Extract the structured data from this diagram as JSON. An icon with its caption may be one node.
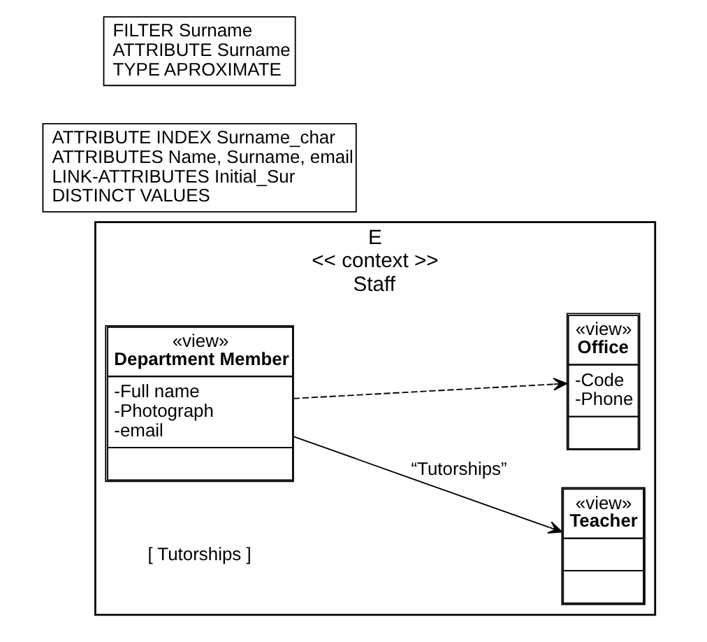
{
  "diagram": {
    "nodes": [
      {
        "text": [
          "E",
          "<< context >>",
          "Staff"
        ]
      },
      {
        "text": [
          "«view»",
          "Department Member",
          "-Full name",
          "-Photograph",
          "-email"
        ],
        "in": 0
      },
      {
        "text": [
          "«view»",
          "Teacher"
        ],
        "in": 0
      },
      {
        "text": [
          "«view»",
          "Office",
          "-Code",
          "-Phone"
        ],
        "in": 0
      },
      {
        "text": [
          "ATTRIBUTE INDEX Surname_char",
          "ATTRIBUTES Name, Surname, email",
          "LINK-ATTRIBUTES Initial_Sur",
          "DISTINCT VALUES"
        ]
      },
      {
        "text": [
          "FILTER Surname",
          "ATTRIBUTE Surname",
          "TYPE APROXIMATE"
        ]
      }
    ],
    "edges": [
      {
        "from": 1,
        "to": 2,
        "arrow": "to",
        "label": "“Tutorships”"
      },
      {
        "from": 1,
        "to": 3,
        "arrow": "to",
        "style": "dashed"
      }
    ],
    "labels": [
      "[ Tutorships ]"
    ]
  }
}
